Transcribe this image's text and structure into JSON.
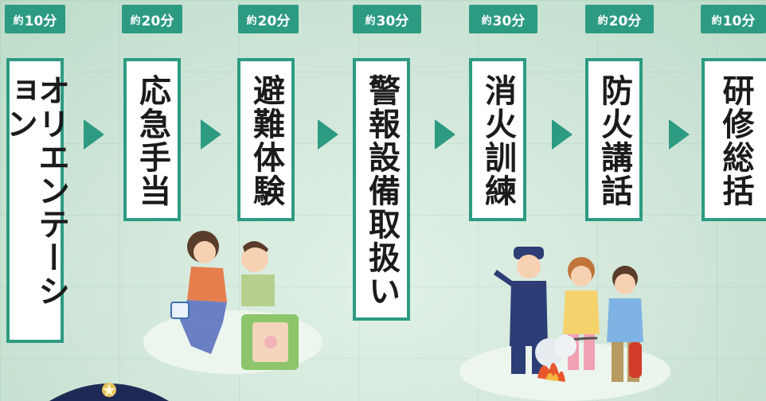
{
  "steps": [
    {
      "time_prefix": "約",
      "time_value": "10分",
      "title": "オリエンテーション"
    },
    {
      "time_prefix": "約",
      "time_value": "20分",
      "title": "応急手当"
    },
    {
      "time_prefix": "約",
      "time_value": "20分",
      "title": "避難体験"
    },
    {
      "time_prefix": "約",
      "time_value": "30分",
      "title": "警報設備取扱い"
    },
    {
      "time_prefix": "約",
      "time_value": "30分",
      "title": "消火訓練"
    },
    {
      "time_prefix": "約",
      "time_value": "20分",
      "title": "防火講話"
    },
    {
      "time_prefix": "約",
      "time_value": "10分",
      "title": "研修総括"
    }
  ],
  "colors": {
    "accent": "#2d9b82",
    "card_bg": "#ffffff",
    "text": "#1b1b1b"
  },
  "illustrations": [
    "first-aid-illustration",
    "fire-extinguisher-training-illustration",
    "cap-badge-illustration"
  ]
}
